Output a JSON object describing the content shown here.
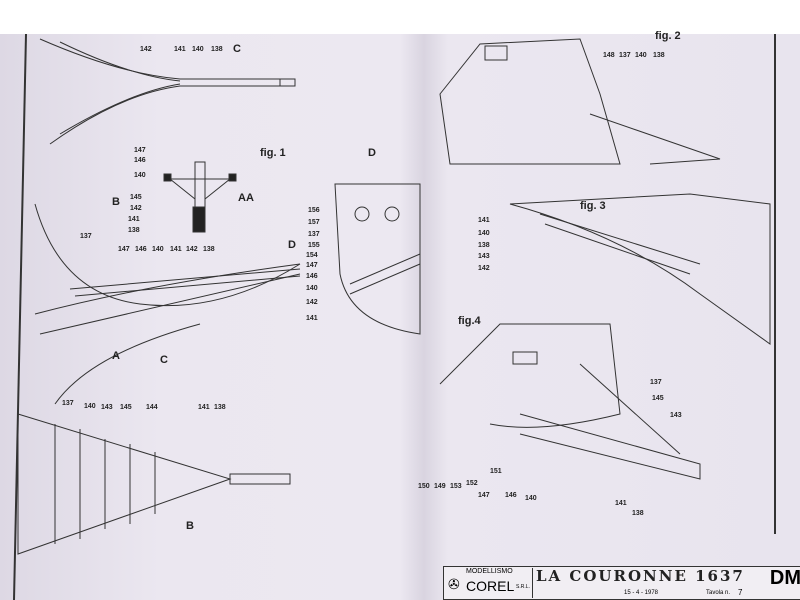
{
  "top_view": {
    "labels": [
      "142",
      "141",
      "140",
      "138"
    ],
    "section": "C"
  },
  "fig1": {
    "title": "fig. 1",
    "section_label": "AA",
    "arrow_b": "B",
    "arrow_d": "D",
    "aa_labels": [
      "147",
      "146",
      "140",
      "145",
      "142",
      "141",
      "138"
    ],
    "side_labels": [
      "137",
      "147",
      "146",
      "140",
      "141",
      "142",
      "138"
    ],
    "arrow_a": "A",
    "arrow_c": "C"
  },
  "section_d": {
    "title": "D",
    "labels": [
      "156",
      "157",
      "137",
      "155",
      "154",
      "147",
      "146",
      "140",
      "142",
      "141"
    ]
  },
  "bottom_view": {
    "labels": [
      "137",
      "140",
      "143",
      "145",
      "144",
      "141",
      "138"
    ],
    "section": "B"
  },
  "fig2": {
    "title": "fig. 2",
    "labels": [
      "148",
      "137",
      "140",
      "138"
    ]
  },
  "fig3": {
    "title": "fig. 3",
    "labels": [
      "141",
      "140",
      "138",
      "143",
      "142"
    ]
  },
  "fig4": {
    "title": "fig.4",
    "labels": [
      "137",
      "145",
      "143",
      "150",
      "149",
      "153",
      "152",
      "151",
      "147",
      "146",
      "140",
      "141",
      "138"
    ]
  },
  "title_block": {
    "brand_top": "MODELLISMO",
    "brand": "COREL",
    "brand_suffix": "S.R.L.",
    "title": "LA COURONNE 1637",
    "date": "15 - 4 - 1978",
    "sheet_label": "Tavola n.",
    "sheet_number": "7",
    "code": "DM"
  }
}
